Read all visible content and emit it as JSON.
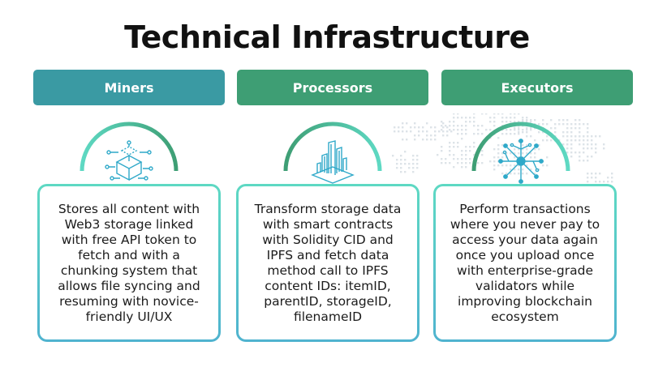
{
  "title": "Technical Infrastructure",
  "colors": {
    "miners_header": "#3a9aa3",
    "processors_header": "#3e9e74",
    "executors_header": "#3e9e74",
    "card_border_top": "#5ed9c3",
    "card_border_bottom": "#4fb3cf"
  },
  "columns": [
    {
      "header": "Miners",
      "icon": "network-blocks-icon",
      "description": "Stores all content with Web3 storage linked with free API token to fetch and with a chunking system that allows file syncing and resuming with novice-friendly UI/UX"
    },
    {
      "header": "Processors",
      "icon": "city-buildings-icon",
      "description": "Transform storage data with smart contracts with Solidity CID and IPFS and fetch data method call to IPFS content IDs: itemID, parentID, storageID, filenameID"
    },
    {
      "header": "Executors",
      "icon": "hub-network-icon",
      "description": "Perform transactions where you never pay to access your data again once you upload once with enterprise-grade validators while improving blockchain ecosystem"
    }
  ]
}
